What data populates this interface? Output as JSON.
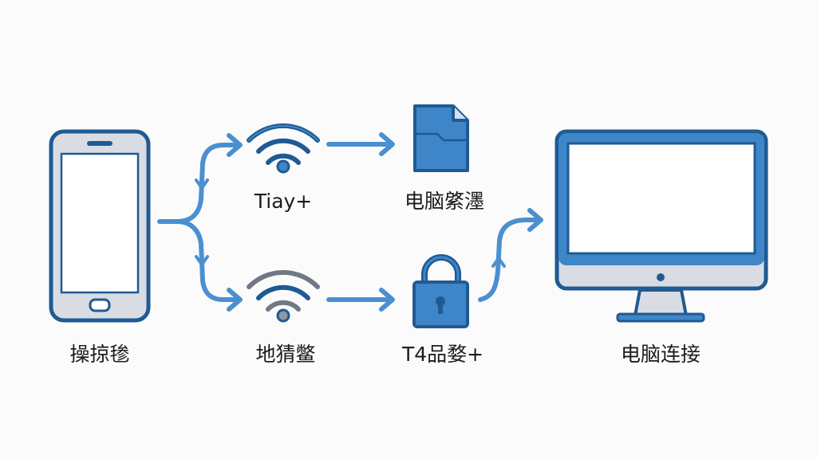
{
  "nodes": {
    "phone": {
      "label": "操掠毶",
      "icon": "smartphone-icon"
    },
    "wifi_top": {
      "label": "Tiay+",
      "icon": "wifi-icon"
    },
    "file": {
      "label": "电脑綮濹",
      "icon": "file-icon"
    },
    "wifi_bottom": {
      "label": "地猜鳖",
      "icon": "wifi-icon"
    },
    "lock": {
      "label": "T4品婺+",
      "icon": "padlock-icon"
    },
    "monitor": {
      "label": "电脑连接",
      "icon": "monitor-icon"
    }
  },
  "colors": {
    "outline": "#1f5a93",
    "fill_blue": "#3f86c8",
    "arrow": "#4a90d0",
    "screen": "#ffffff",
    "bezel": "#d9dde3",
    "wifi_gray": "#6f7884"
  }
}
